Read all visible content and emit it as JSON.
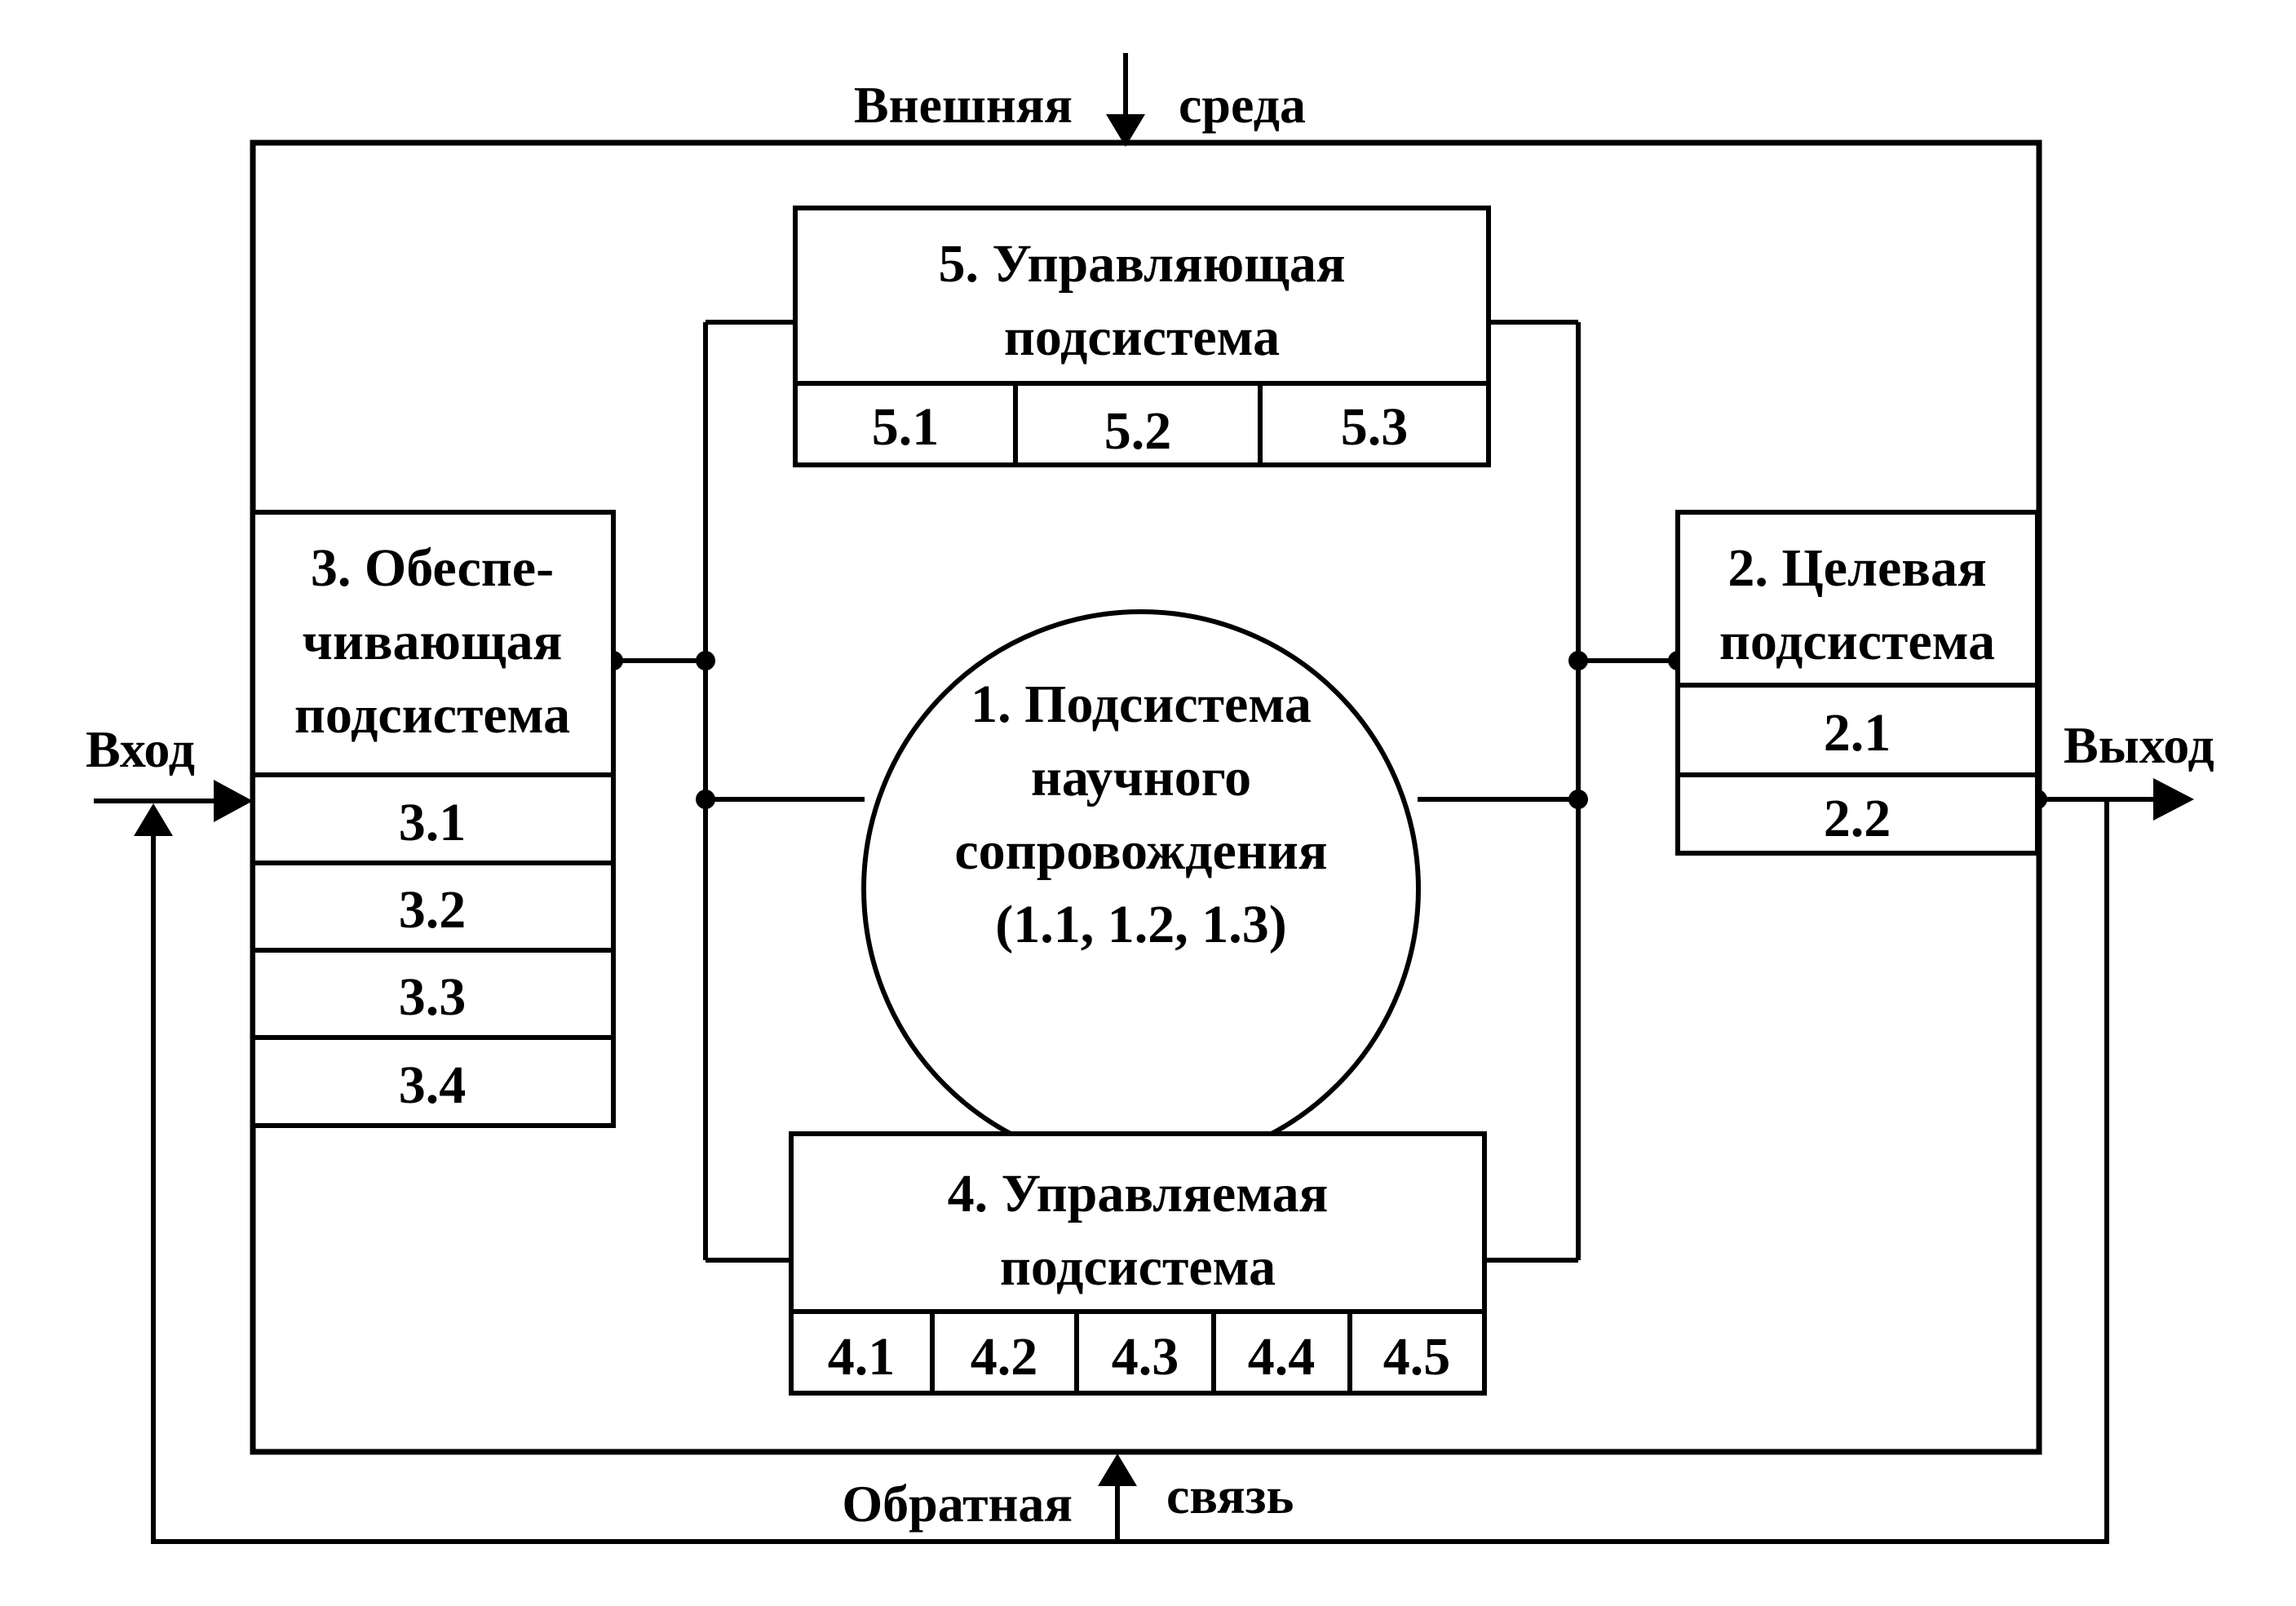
{
  "environment": {
    "left": "Внешняя",
    "right": "среда"
  },
  "feedback": {
    "left": "Обратная",
    "right": "связь"
  },
  "input_label": "Вход",
  "output_label": "Выход",
  "center": {
    "lines": [
      "1. Подсистема",
      "научного",
      "сопровождения",
      "(1.1, 1.2, 1.3)"
    ]
  },
  "control": {
    "title_lines": [
      "5. Управляющая",
      "подсистема"
    ],
    "cells": [
      "5.1",
      "5.2",
      "5.3"
    ]
  },
  "managed": {
    "title_lines": [
      "4. Управляемая",
      "подсистема"
    ],
    "cells": [
      "4.1",
      "4.2",
      "4.3",
      "4.4",
      "4.5"
    ]
  },
  "support": {
    "title_lines": [
      "3. Обеспе-",
      "чивающая",
      "подсистема"
    ],
    "cells": [
      "3.1",
      "3.2",
      "3.3",
      "3.4"
    ]
  },
  "target": {
    "title_lines": [
      "2. Целевая",
      "подсистема"
    ],
    "cells": [
      "2.1",
      "2.2"
    ]
  }
}
